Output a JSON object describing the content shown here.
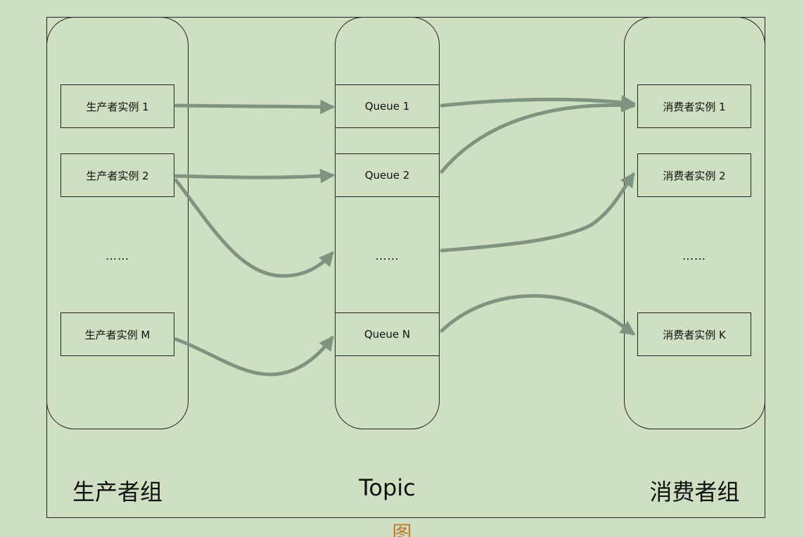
{
  "producers": {
    "title": "生产者组",
    "items": [
      "生产者实例 1",
      "生产者实例 2",
      "生产者实例 M"
    ],
    "ellipsis": "……"
  },
  "topic": {
    "title": "Topic",
    "queues": [
      "Queue 1",
      "Queue 2",
      "Queue N"
    ],
    "ellipsis": "……"
  },
  "consumers": {
    "title": "消费者组",
    "items": [
      "消费者实例 1",
      "消费者实例 2",
      "消费者实例 K"
    ],
    "ellipsis": "……"
  },
  "caption": "图",
  "colors": {
    "background": "#cfdfc2",
    "arrow": "#7f9480",
    "outline": "#222222",
    "caption": "#c47a2c"
  }
}
